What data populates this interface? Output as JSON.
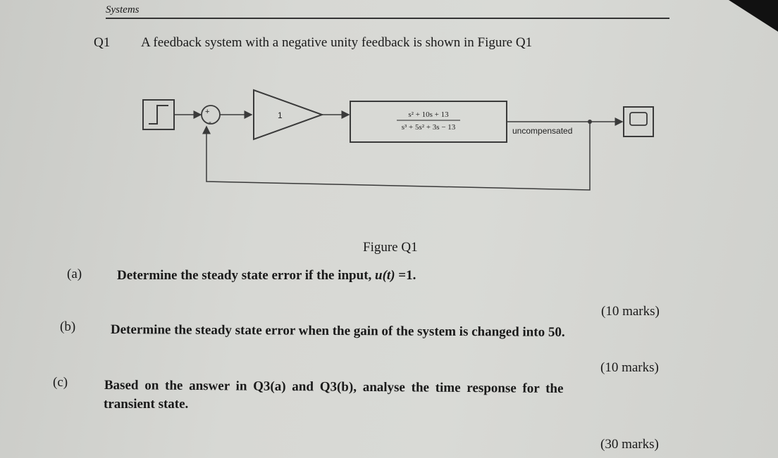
{
  "header": {
    "section_title": "Systems"
  },
  "question": {
    "label": "Q1",
    "text": "A feedback system with a negative unity feedback is shown in Figure Q1"
  },
  "diagram": {
    "sum_plus_sign": "+",
    "sum_minus_sign": "-",
    "gain_value": "1",
    "tf_numerator": "s² + 10s + 13",
    "tf_denominator": "s³ + 5s² + 3s − 13",
    "block_label": "uncompensated",
    "caption": "Figure Q1"
  },
  "parts": [
    {
      "label": "(a)",
      "text_before": "Determine the steady state error if the input, ",
      "text_var": "u(t)",
      "text_after": " =1.",
      "marks": "(10 marks)"
    },
    {
      "label": "(b)",
      "text": "Determine the steady state error when the gain of the system is changed into 50.",
      "marks": "(10 marks)"
    },
    {
      "label": "(c)",
      "text_line1": "Based on the answer in Q3(a) and Q3(b), analyse the time response for the",
      "text_line2": "transient state.",
      "marks": "(30 marks)"
    }
  ],
  "colors": {
    "paper": "#d7d8d4",
    "ink": "#1a1a1a",
    "diagram_line": "#3a3a3a"
  }
}
